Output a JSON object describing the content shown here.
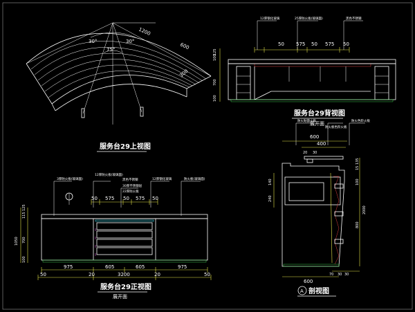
{
  "titles": {
    "top": "服务台29上视图",
    "back": "服务台29背视图",
    "back_sub": "展开面",
    "front": "服务台29正视图",
    "front_sub": "展开面",
    "section_badge": "A",
    "section": "剖视图"
  },
  "top_view": {
    "dims": {
      "d1200": "1200",
      "d600": "600",
      "d300": "300",
      "a30l": "30°",
      "a30r": "30°",
      "a75": "75°"
    }
  },
  "back_view": {
    "notes": [
      "12厚钢化玻璃",
      "25厚防火板(玻璃面)",
      "黑色不锈钢"
    ],
    "top_dims": [
      "50",
      "575",
      "50",
      "575",
      "50"
    ],
    "side_dims": [
      "100",
      "125",
      "700",
      "100"
    ]
  },
  "front_view": {
    "notes": [
      "3厚防火板(玻璃面)",
      "12厚防火板(玻璃面)",
      "黑色不锈钢",
      "30厚不锈钢层",
      "12厚钢化玻璃",
      "22厚防火板",
      "防火板(玻璃面)"
    ],
    "top_dims": [
      "50",
      "575",
      "50",
      "575",
      "50"
    ],
    "side_dims": [
      "1050",
      "115",
      "125",
      "700",
      "100"
    ],
    "bottom_dims_1": [
      "975",
      "605",
      "605",
      "975"
    ],
    "bottom_dims_2": [
      "50",
      "20",
      "3200",
      "20",
      "50"
    ]
  },
  "section_view": {
    "notes": [
      "防火贴面火板",
      "防火板色阶火板",
      "防火色阶火板"
    ],
    "top_dims": [
      "600",
      "400",
      "20",
      "30"
    ],
    "right_dims": [
      "135",
      "15",
      "100",
      "2000",
      "800"
    ],
    "left_dims": [
      "140",
      "240"
    ],
    "bottom_dims": [
      "600",
      "70",
      "30",
      "30"
    ]
  }
}
